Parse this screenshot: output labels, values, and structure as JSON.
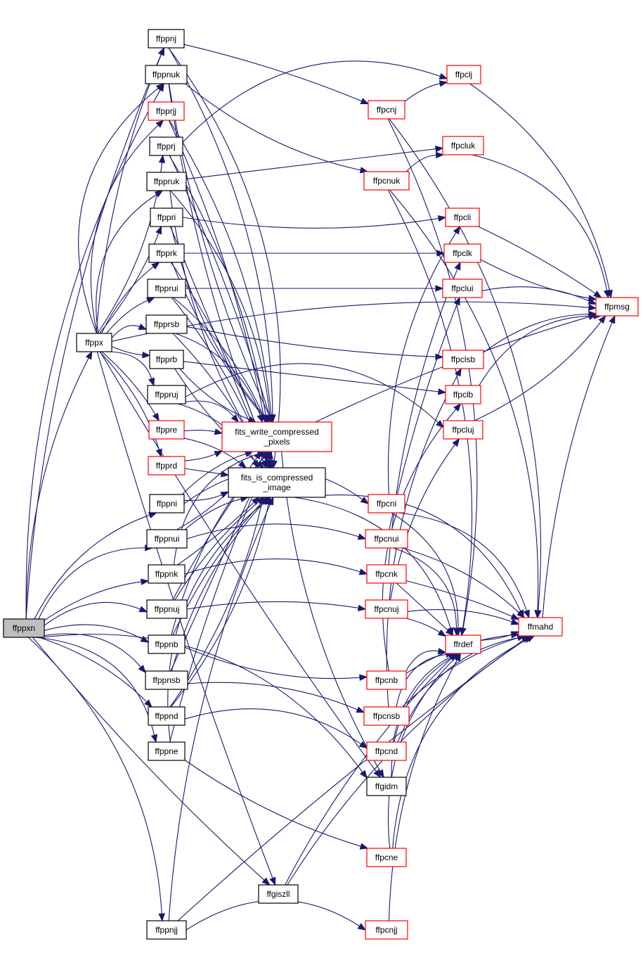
{
  "colors": {
    "edge": "#191970",
    "border_default": "#000000",
    "border_external": "#ff0000",
    "root_fill": "#bfbfbf",
    "fill": "#ffffff"
  },
  "nodes": [
    {
      "id": "ffppxn",
      "label": [
        "ffppxn"
      ],
      "kind": "root"
    },
    {
      "id": "ffppx",
      "label": [
        "ffppx"
      ],
      "kind": "default"
    },
    {
      "id": "ffppnj",
      "label": [
        "ffppnj"
      ],
      "kind": "default"
    },
    {
      "id": "ffppnuk",
      "label": [
        "ffppnuk"
      ],
      "kind": "default"
    },
    {
      "id": "ffpprjj",
      "label": [
        "ffpprjj"
      ],
      "kind": "external"
    },
    {
      "id": "ffpprj",
      "label": [
        "ffpprj"
      ],
      "kind": "default"
    },
    {
      "id": "ffppruk",
      "label": [
        "ffppruk"
      ],
      "kind": "default"
    },
    {
      "id": "ffppri",
      "label": [
        "ffppri"
      ],
      "kind": "default"
    },
    {
      "id": "ffpprk",
      "label": [
        "ffpprk"
      ],
      "kind": "default"
    },
    {
      "id": "ffpprui",
      "label": [
        "ffpprui"
      ],
      "kind": "default"
    },
    {
      "id": "ffpprsb",
      "label": [
        "ffpprsb"
      ],
      "kind": "default"
    },
    {
      "id": "ffpprb",
      "label": [
        "ffpprb"
      ],
      "kind": "default"
    },
    {
      "id": "ffppruj",
      "label": [
        "ffppruj"
      ],
      "kind": "default"
    },
    {
      "id": "ffppre",
      "label": [
        "ffppre"
      ],
      "kind": "external"
    },
    {
      "id": "ffpprd",
      "label": [
        "ffpprd"
      ],
      "kind": "external"
    },
    {
      "id": "ffppni",
      "label": [
        "ffppni"
      ],
      "kind": "default"
    },
    {
      "id": "ffppnui",
      "label": [
        "ffppnui"
      ],
      "kind": "default"
    },
    {
      "id": "ffppnk",
      "label": [
        "ffppnk"
      ],
      "kind": "default"
    },
    {
      "id": "ffppnuj",
      "label": [
        "ffppnuj"
      ],
      "kind": "default"
    },
    {
      "id": "ffppnb",
      "label": [
        "ffppnb"
      ],
      "kind": "default"
    },
    {
      "id": "ffppnsb",
      "label": [
        "ffppnsb"
      ],
      "kind": "default"
    },
    {
      "id": "ffppnd",
      "label": [
        "ffppnd"
      ],
      "kind": "default"
    },
    {
      "id": "ffppne",
      "label": [
        "ffppne"
      ],
      "kind": "default"
    },
    {
      "id": "ffppnjj",
      "label": [
        "ffppnjj"
      ],
      "kind": "default"
    },
    {
      "id": "fits_write",
      "label": [
        "fits_write_compressed",
        "_pixels"
      ],
      "kind": "external"
    },
    {
      "id": "fits_is",
      "label": [
        "fits_is_compressed",
        "_image"
      ],
      "kind": "default"
    },
    {
      "id": "ffgidm",
      "label": [
        "ffgidm"
      ],
      "kind": "default"
    },
    {
      "id": "ffgiszll",
      "label": [
        "ffgiszll"
      ],
      "kind": "default"
    },
    {
      "id": "ffpclj",
      "label": [
        "ffpclj"
      ],
      "kind": "external"
    },
    {
      "id": "ffpcnj",
      "label": [
        "ffpcnj"
      ],
      "kind": "external"
    },
    {
      "id": "ffpcluk",
      "label": [
        "ffpcluk"
      ],
      "kind": "external"
    },
    {
      "id": "ffpcnuk",
      "label": [
        "ffpcnuk"
      ],
      "kind": "external"
    },
    {
      "id": "ffpcli",
      "label": [
        "ffpcli"
      ],
      "kind": "external"
    },
    {
      "id": "ffpclk",
      "label": [
        "ffpclk"
      ],
      "kind": "external"
    },
    {
      "id": "ffpclui",
      "label": [
        "ffpclui"
      ],
      "kind": "external"
    },
    {
      "id": "ffpclsb",
      "label": [
        "ffpclsb"
      ],
      "kind": "external"
    },
    {
      "id": "ffpclb",
      "label": [
        "ffpclb"
      ],
      "kind": "external"
    },
    {
      "id": "ffpcluj",
      "label": [
        "ffpcluj"
      ],
      "kind": "external"
    },
    {
      "id": "ffpcni",
      "label": [
        "ffpcni"
      ],
      "kind": "external"
    },
    {
      "id": "ffpcnui",
      "label": [
        "ffpcnui"
      ],
      "kind": "external"
    },
    {
      "id": "ffpcnk",
      "label": [
        "ffpcnk"
      ],
      "kind": "external"
    },
    {
      "id": "ffpcnuj",
      "label": [
        "ffpcnuj"
      ],
      "kind": "external"
    },
    {
      "id": "ffpcnb",
      "label": [
        "ffpcnb"
      ],
      "kind": "external"
    },
    {
      "id": "ffpcnsb",
      "label": [
        "ffpcnsb"
      ],
      "kind": "external"
    },
    {
      "id": "ffpcnd",
      "label": [
        "ffpcnd"
      ],
      "kind": "external"
    },
    {
      "id": "ffpcne",
      "label": [
        "ffpcne"
      ],
      "kind": "external"
    },
    {
      "id": "ffpcnjj",
      "label": [
        "ffpcnjj"
      ],
      "kind": "external"
    },
    {
      "id": "ffrdef",
      "label": [
        "ffrdef"
      ],
      "kind": "external"
    },
    {
      "id": "ffmahd",
      "label": [
        "ffmahd"
      ],
      "kind": "external"
    },
    {
      "id": "ffpmsg",
      "label": [
        "ffpmsg"
      ],
      "kind": "external"
    }
  ],
  "edges": [
    [
      "ffppxn",
      "ffppx"
    ],
    [
      "ffppxn",
      "ffppnj"
    ],
    [
      "ffppxn",
      "ffppnuk"
    ],
    [
      "ffppxn",
      "ffppni"
    ],
    [
      "ffppxn",
      "ffppnui"
    ],
    [
      "ffppxn",
      "ffppnk"
    ],
    [
      "ffppxn",
      "ffppnuj"
    ],
    [
      "ffppxn",
      "ffppnb"
    ],
    [
      "ffppxn",
      "ffppnsb"
    ],
    [
      "ffppxn",
      "ffppnd"
    ],
    [
      "ffppxn",
      "ffppne"
    ],
    [
      "ffppxn",
      "ffppnjj"
    ],
    [
      "ffppxn",
      "ffgidm"
    ],
    [
      "ffppxn",
      "ffgiszll"
    ],
    [
      "ffppx",
      "ffppnj"
    ],
    [
      "ffppx",
      "ffppnuk"
    ],
    [
      "ffppx",
      "ffpprjj"
    ],
    [
      "ffppx",
      "ffpprj"
    ],
    [
      "ffppx",
      "ffppruk"
    ],
    [
      "ffppx",
      "ffppri"
    ],
    [
      "ffppx",
      "ffpprk"
    ],
    [
      "ffppx",
      "ffpprui"
    ],
    [
      "ffppx",
      "ffpprsb"
    ],
    [
      "ffppx",
      "ffpprb"
    ],
    [
      "ffppx",
      "ffppruj"
    ],
    [
      "ffppx",
      "ffppre"
    ],
    [
      "ffppx",
      "ffpprd"
    ],
    [
      "ffppx",
      "ffgidm"
    ],
    [
      "ffppx",
      "ffgiszll"
    ],
    [
      "ffppx",
      "ffpmsg"
    ],
    [
      "ffppnj",
      "ffpcnj"
    ],
    [
      "ffppnj",
      "fits_write"
    ],
    [
      "ffppnj",
      "fits_is"
    ],
    [
      "ffppnuk",
      "ffpcnuk"
    ],
    [
      "ffppnuk",
      "fits_write"
    ],
    [
      "ffppnuk",
      "fits_is"
    ],
    [
      "ffpprjj",
      "fits_write"
    ],
    [
      "ffpprjj",
      "fits_is"
    ],
    [
      "ffpprj",
      "ffpclj"
    ],
    [
      "ffpprj",
      "fits_write"
    ],
    [
      "ffpprj",
      "fits_is"
    ],
    [
      "ffppruk",
      "ffpcluk"
    ],
    [
      "ffppruk",
      "fits_write"
    ],
    [
      "ffppruk",
      "fits_is"
    ],
    [
      "ffppri",
      "ffpcli"
    ],
    [
      "ffppri",
      "fits_write"
    ],
    [
      "ffppri",
      "fits_is"
    ],
    [
      "ffpprk",
      "ffpclk"
    ],
    [
      "ffpprk",
      "fits_write"
    ],
    [
      "ffpprk",
      "fits_is"
    ],
    [
      "ffpprui",
      "ffpclui"
    ],
    [
      "ffpprui",
      "fits_write"
    ],
    [
      "ffpprui",
      "fits_is"
    ],
    [
      "ffpprsb",
      "ffpclsb"
    ],
    [
      "ffpprsb",
      "fits_write"
    ],
    [
      "ffpprsb",
      "fits_is"
    ],
    [
      "ffpprb",
      "ffpclb"
    ],
    [
      "ffpprb",
      "fits_write"
    ],
    [
      "ffpprb",
      "fits_is"
    ],
    [
      "ffppruj",
      "ffpcluj"
    ],
    [
      "ffppruj",
      "fits_write"
    ],
    [
      "ffppruj",
      "fits_is"
    ],
    [
      "ffppre",
      "fits_write"
    ],
    [
      "ffppre",
      "fits_is"
    ],
    [
      "ffpprd",
      "fits_write"
    ],
    [
      "ffpprd",
      "fits_is"
    ],
    [
      "ffppni",
      "ffpcni"
    ],
    [
      "ffppni",
      "fits_write"
    ],
    [
      "ffppni",
      "fits_is"
    ],
    [
      "ffppnui",
      "ffpcnui"
    ],
    [
      "ffppnui",
      "fits_write"
    ],
    [
      "ffppnui",
      "fits_is"
    ],
    [
      "ffppnk",
      "ffpcnk"
    ],
    [
      "ffppnk",
      "fits_write"
    ],
    [
      "ffppnk",
      "fits_is"
    ],
    [
      "ffppnuj",
      "ffpcnuj"
    ],
    [
      "ffppnuj",
      "fits_write"
    ],
    [
      "ffppnuj",
      "fits_is"
    ],
    [
      "ffppnb",
      "ffpcnb"
    ],
    [
      "ffppnb",
      "fits_write"
    ],
    [
      "ffppnb",
      "fits_is"
    ],
    [
      "ffppnsb",
      "ffpcnsb"
    ],
    [
      "ffppnsb",
      "fits_write"
    ],
    [
      "ffppnsb",
      "fits_is"
    ],
    [
      "ffppnd",
      "ffpcnd"
    ],
    [
      "ffppnd",
      "fits_write"
    ],
    [
      "ffppnd",
      "fits_is"
    ],
    [
      "ffppne",
      "ffpcne"
    ],
    [
      "ffppne",
      "fits_write"
    ],
    [
      "ffppne",
      "fits_is"
    ],
    [
      "ffppnjj",
      "ffpcnjj"
    ],
    [
      "ffppnjj",
      "fits_is"
    ],
    [
      "ffppnjj",
      "ffmahd"
    ],
    [
      "fits_write",
      "ffpmsg"
    ],
    [
      "fits_write",
      "ffgidm"
    ],
    [
      "fits_is",
      "ffmahd"
    ],
    [
      "fits_is",
      "ffrdef"
    ],
    [
      "ffpcnj",
      "ffpclj"
    ],
    [
      "ffpcnj",
      "ffrdef"
    ],
    [
      "ffpcnj",
      "ffmahd"
    ],
    [
      "ffpcnuk",
      "ffpcluk"
    ],
    [
      "ffpcnuk",
      "ffrdef"
    ],
    [
      "ffpcnuk",
      "ffmahd"
    ],
    [
      "ffpcni",
      "ffpcli"
    ],
    [
      "ffpcni",
      "ffrdef"
    ],
    [
      "ffpcni",
      "ffmahd"
    ],
    [
      "ffpcnui",
      "ffpclui"
    ],
    [
      "ffpcnui",
      "ffrdef"
    ],
    [
      "ffpcnui",
      "ffmahd"
    ],
    [
      "ffpcnk",
      "ffpclk"
    ],
    [
      "ffpcnk",
      "ffrdef"
    ],
    [
      "ffpcnk",
      "ffmahd"
    ],
    [
      "ffpcnuj",
      "ffpcluj"
    ],
    [
      "ffpcnuj",
      "ffrdef"
    ],
    [
      "ffpcnuj",
      "ffmahd"
    ],
    [
      "ffpcnb",
      "ffpclb"
    ],
    [
      "ffpcnb",
      "ffrdef"
    ],
    [
      "ffpcnb",
      "ffmahd"
    ],
    [
      "ffpcnsb",
      "ffpclsb"
    ],
    [
      "ffpcnsb",
      "ffrdef"
    ],
    [
      "ffpcnsb",
      "ffmahd"
    ],
    [
      "ffpcnd",
      "ffrdef"
    ],
    [
      "ffpcnd",
      "ffmahd"
    ],
    [
      "ffpcne",
      "ffrdef"
    ],
    [
      "ffpcne",
      "ffmahd"
    ],
    [
      "ffpcnjj",
      "ffrdef"
    ],
    [
      "ffpclj",
      "ffpmsg"
    ],
    [
      "ffpcluk",
      "ffpmsg"
    ],
    [
      "ffpcli",
      "ffpmsg"
    ],
    [
      "ffpclk",
      "ffpmsg"
    ],
    [
      "ffpclui",
      "ffpmsg"
    ],
    [
      "ffpclsb",
      "ffpmsg"
    ],
    [
      "ffpclb",
      "ffpmsg"
    ],
    [
      "ffpcluj",
      "ffpmsg"
    ],
    [
      "ffgidm",
      "ffrdef"
    ],
    [
      "ffgiszll",
      "ffrdef"
    ],
    [
      "ffgiszll",
      "ffmahd"
    ],
    [
      "ffrdef",
      "ffmahd"
    ],
    [
      "ffmahd",
      "ffpmsg"
    ]
  ]
}
